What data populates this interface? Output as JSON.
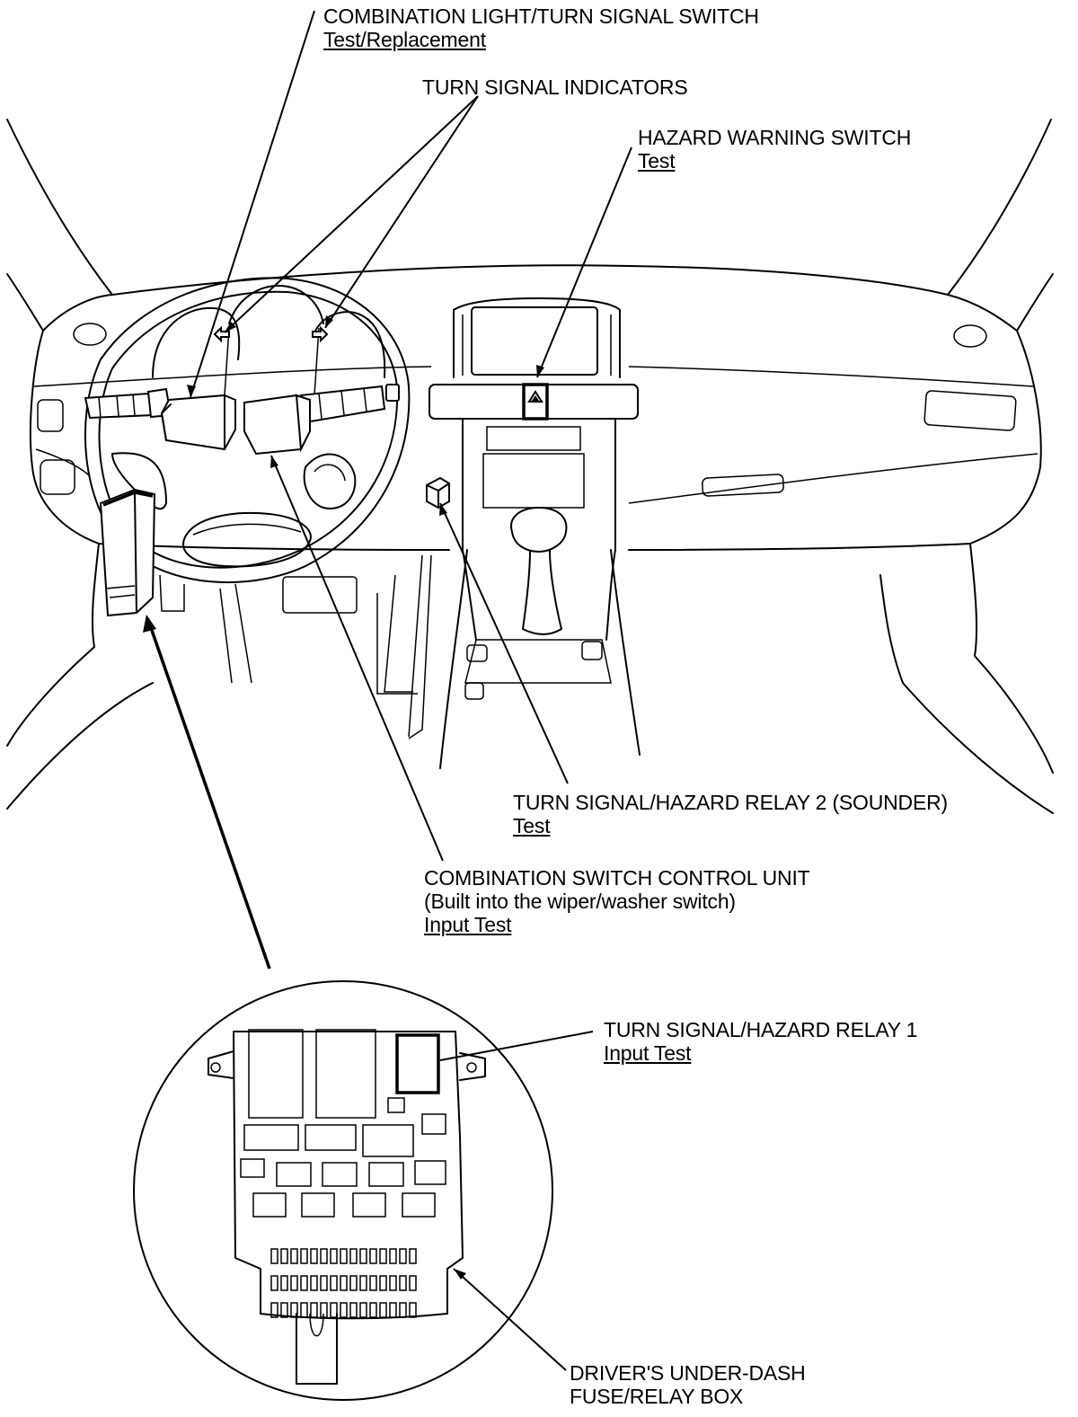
{
  "labels": {
    "combination_switch": {
      "title": "COMBINATION LIGHT/TURN SIGNAL SWITCH",
      "link": "Test/Replacement"
    },
    "turn_indicators": {
      "title": "TURN SIGNAL INDICATORS"
    },
    "hazard_switch": {
      "title": "HAZARD WARNING SWITCH",
      "link": "Test"
    },
    "relay2": {
      "title": "TURN SIGNAL/HAZARD RELAY 2 (SOUNDER)",
      "link": "Test"
    },
    "control_unit": {
      "title": "COMBINATION SWITCH CONTROL UNIT",
      "note": "(Built into the wiper/washer switch)",
      "link": "Input Test"
    },
    "relay1": {
      "title": "TURN SIGNAL/HAZARD RELAY 1",
      "link": "Input Test"
    },
    "fuse_box": {
      "line1": "DRIVER'S UNDER-DASH",
      "line2": "FUSE/RELAY BOX"
    }
  },
  "icons": {
    "hazard": "hazard-triangle-icon",
    "indicator_left": "arrow-left-icon",
    "indicator_right": "arrow-right-icon"
  },
  "colors": {
    "ink": "#000000",
    "paper": "#ffffff"
  }
}
